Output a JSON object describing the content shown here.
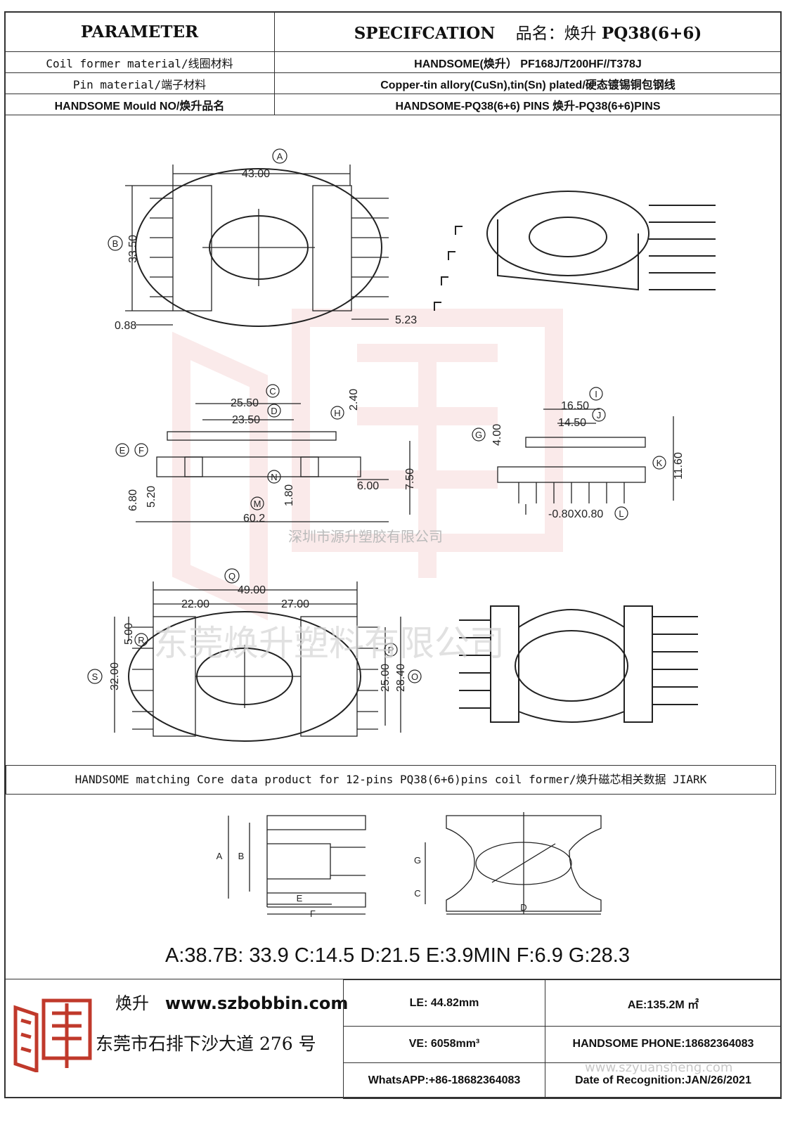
{
  "header": {
    "parameter_label": "PARAMETER",
    "spec_label": "SPECIFCATION",
    "product_name_prefix": "品名：焕升",
    "product_model": "PQ38(6+6)"
  },
  "rows": [
    {
      "label": "Coil former material/线圈材料",
      "value": "HANDSOME(焕升）  PF168J/T200HF//T378J"
    },
    {
      "label": "Pin material/端子材料",
      "value": "Copper-tin allory(CuSn),tin(Sn) plated/硬态镀锡铜包钢线"
    },
    {
      "label": "HANDSOME Mould NO/焕升品名",
      "value": "HANDSOME-PQ38(6+6) PINS    焕升-PQ38(6+6)PINS"
    }
  ],
  "drawing": {
    "top_view": {
      "A": "43.00",
      "B": "33.50",
      "pin_offset": "0.88",
      "pin_len": "5.23"
    },
    "side_view": {
      "C": "25.50",
      "D": "23.50",
      "H": "2.40",
      "height_1": "6.80",
      "height_2": "5.20",
      "N": "1.80",
      "M": "60.2",
      "pin_out": "6.00",
      "side_h": "7.50"
    },
    "end_view": {
      "I": "16.50",
      "J": "14.50",
      "G": "4.00",
      "K": "11.60",
      "L": "-0.80X0.80"
    },
    "bottom_view": {
      "Q": "49.00",
      "left": "22.00",
      "right": "27.00",
      "R": "5.00",
      "S": "32.00",
      "P": "25.00",
      "O": "28.40"
    },
    "circle_labels": {
      "A": "A",
      "B": "B",
      "C": "C",
      "D": "D",
      "E": "E",
      "F": "F",
      "G": "G",
      "H": "H",
      "I": "I",
      "J": "J",
      "K": "K",
      "L": "L",
      "M": "M",
      "N": "N",
      "O": "O",
      "P": "P",
      "Q": "Q",
      "R": "R",
      "S": "S"
    },
    "watermark_company": "深圳市源升塑胶有限公司",
    "watermark_large": "东莞焕升塑料有限公司"
  },
  "core": {
    "title": "HANDSOME matching Core data  product for 12-pins PQ38(6+6)pins coil former/焕升磁芯相关数据 JIARK",
    "letters": {
      "A": "A",
      "B": "B",
      "E": "E",
      "F": "F",
      "G": "G",
      "C": "C",
      "D": "D"
    },
    "data_line": "A:38.7B: 33.9 C:14.5 D:21.5 E:3.9MIN F:6.9 G:28.3"
  },
  "footer": {
    "brand_cn": "焕升",
    "website": "www.szbobbin.com",
    "address": "东莞市石排下沙大道 276 号",
    "le": "LE: 44.82mm",
    "ae": "AE:135.2M ㎡",
    "ve": "VE: 6058mm³",
    "phone": "HANDSOME PHONE:18682364083",
    "whatsapp": "WhatsAPP:+86-18682364083",
    "date": "Date of Recognition:JAN/26/2021",
    "watermark_url": "www.szyuansheng.com"
  },
  "colors": {
    "logo_red": "#c0392b",
    "watermark_pink": "#f2c4c4",
    "line": "#222222"
  }
}
